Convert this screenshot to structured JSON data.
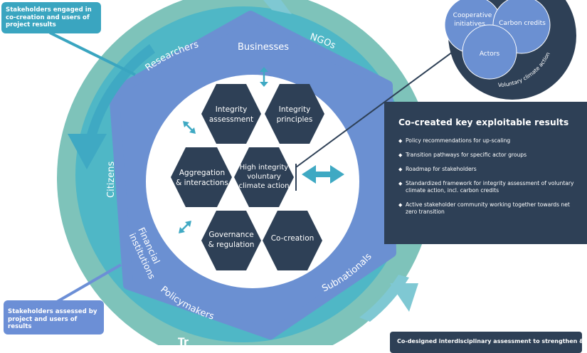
{
  "callouts": {
    "top": "Stakeholders engaged in co-creation and users of project results",
    "bottom": "Stakeholders assessed by project and users of results"
  },
  "ring_labels": {
    "researchers": "Researchers",
    "ngos": "NGOs",
    "citizens": "Citizens",
    "financial_institutions": "Financial institutions",
    "policymakers": "Policymakers",
    "subnationals": "Subnationals",
    "businesses": "Businesses",
    "truncated_bottom": "Tr"
  },
  "hexagons": {
    "integrity_assessment": "Integrity assessment",
    "integrity_principles": "Integrity principles",
    "aggregation": "Aggregation & interactions",
    "center": "High integrity voluntary climate action",
    "governance": "Governance & regulation",
    "cocreation": "Co-creation"
  },
  "venn": {
    "cooperative": "Cooperative initiatives",
    "carbon": "Carbon credits",
    "actors": "Actors",
    "caption": "Voluntary climate action"
  },
  "results": {
    "title": "Co-created key exploitable results",
    "items": [
      "Policy recommendations for up-scaling",
      "Transition pathways for specific actor groups",
      "Roadmap for stakeholders",
      "Standardized framework for integrity assessment of voluntary climate action, incl. carbon credits",
      "Active stakeholder community working together towards net zero transition"
    ]
  },
  "bottom_box": "Co-designed interdisciplinary assessment to strengthen &",
  "colors": {
    "outer_ring": "#7ec3ba",
    "inner_ring": "#4fb7c6",
    "pentagon": "#6b90d2",
    "hexagon": "#2e4056",
    "navy": "#2e4056",
    "teal_arrow": "#3fa9c3",
    "light_arrow": "#7fc8d3"
  }
}
